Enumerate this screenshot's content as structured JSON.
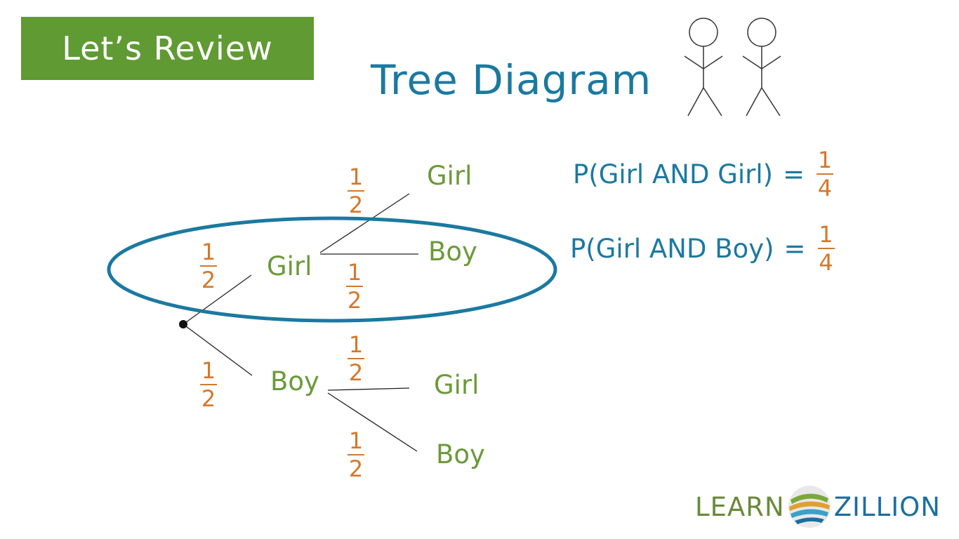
{
  "banner": {
    "label": "Let’s Review"
  },
  "title": "Tree Diagram",
  "fraction": {
    "num": "1",
    "den": "2"
  },
  "tree": {
    "level1": [
      "Girl",
      "Boy"
    ],
    "level2_from_girl": [
      "Girl",
      "Boy"
    ],
    "level2_from_boy": [
      "Girl",
      "Boy"
    ]
  },
  "probabilities": [
    {
      "text": "P(Girl AND Girl)",
      "eq": "=",
      "num": "1",
      "den": "4"
    },
    {
      "text": "P(Girl AND Boy)",
      "eq": "=",
      "num": "1",
      "den": "4"
    }
  ],
  "logo": {
    "left": "LEARN",
    "right": "ZILLION"
  },
  "colors": {
    "banner": "#5f9a33",
    "title": "#1b79a0",
    "node_label": "#6b9a3a",
    "fraction": "#d4782a",
    "highlight_ellipse": "#1b79a0"
  }
}
